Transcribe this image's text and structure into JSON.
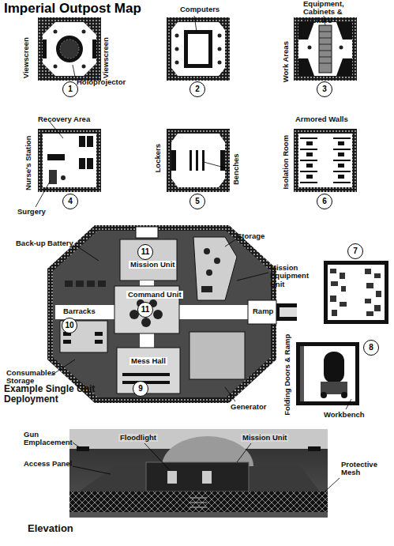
{
  "diagram": {
    "title": "Imperial Outpost Map",
    "nodes": [
      {
        "text": [
          "1"
        ]
      },
      {
        "text": [
          "2"
        ]
      },
      {
        "text": [
          "3"
        ]
      },
      {
        "text": [
          "4"
        ]
      },
      {
        "text": [
          "5"
        ]
      },
      {
        "text": [
          "6"
        ]
      },
      {
        "text": [
          "11"
        ]
      },
      {
        "text": [
          "7"
        ]
      },
      {
        "text": [
          "11"
        ]
      },
      {
        "text": [
          "10"
        ]
      },
      {
        "text": [
          "8"
        ]
      },
      {
        "text": [
          "9"
        ]
      }
    ],
    "labels": [
      "Viewscreen",
      "Viewscreen",
      "Holoprojector",
      "Computers",
      "Equipment, Cabinets & Lockers",
      "Work Areas",
      "Recovery Area",
      "Nurse's Station",
      "Surgery",
      "Lockers",
      "Benches",
      "Armored Walls",
      "Isolation Room",
      "Back-up Battery",
      "Storage",
      "Mission Unit",
      "Mission Equipment Unit",
      "Command Unit",
      "Barracks",
      "Ramp",
      "Consumables Storage",
      "Mess Hall",
      "Generator",
      "Example Single Unit Deployment",
      "Folding Doors & Ramp",
      "Workbench",
      "Gun Emplacement",
      "Floodlight",
      "Mission Unit",
      "Access Panel",
      "Protective Mesh",
      "Elevation"
    ]
  }
}
